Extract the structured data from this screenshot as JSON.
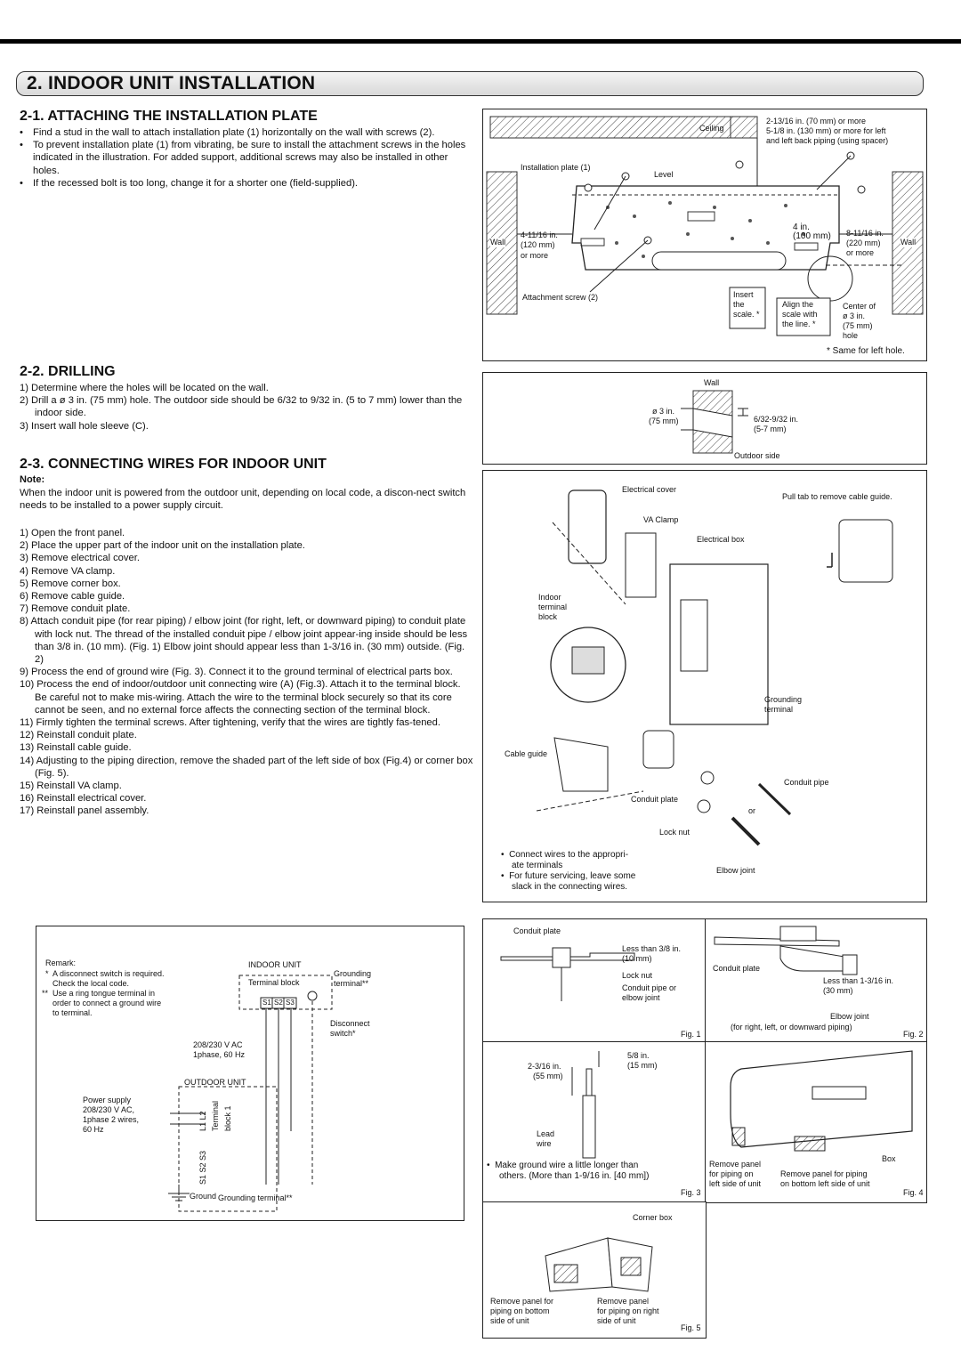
{
  "header": {
    "title": "2. INDOOR UNIT INSTALLATION"
  },
  "section1": {
    "heading": "2-1. ATTACHING THE INSTALLATION PLATE",
    "bullets": [
      "Find a stud in the wall to attach installation plate (1) horizontally on the wall with screws (2).",
      "To prevent installation plate (1) from vibrating, be sure to install the attachment screws in the holes indicated in the illustration. For added support, additional screws may also be installed in other holes.",
      "If the recessed bolt is too long, change it for a shorter one (field-supplied)."
    ],
    "figure": {
      "ceiling": "Ceiling",
      "ceiling_dim": "2-13/16 in. (70 mm) or more",
      "ceiling_dim2": "5-1/8 in. (130 mm) or more for left",
      "ceiling_dim3": "and left back piping (using spacer)",
      "plate": "Installation plate (1)",
      "level": "Level",
      "wall_left": "Wall",
      "wall_right": "Wall",
      "left_dim1": "4-11/16 in.",
      "left_dim2": "(120 mm)",
      "left_dim3": "or more",
      "mid_dim1": "4 in.",
      "mid_dim2": "(100 mm)",
      "right_dim1": "8-11/16 in.",
      "right_dim2": "(220 mm)",
      "right_dim3": "or more",
      "attach_screw": "Attachment screw (2)",
      "insert1": "Insert",
      "insert2": "the",
      "insert3": "scale. *",
      "align1": "Align the",
      "align2": "scale with",
      "align3": "the line. *",
      "center1": "Center of",
      "center2": "ø 3 in.",
      "center3": "(75 mm)",
      "center4": "hole",
      "footnote": "* Same for left hole."
    }
  },
  "section2": {
    "heading": "2-2. DRILLING",
    "steps": [
      "1) Determine where the holes will be located on the wall.",
      "2) Drill a ø 3 in. (75 mm) hole. The outdoor side should be 6/32 to 9/32 in. (5 to 7 mm) lower than the indoor side.",
      "3) Insert wall hole sleeve (C)."
    ],
    "figure": {
      "wall": "Wall",
      "dia1": "ø 3 in.",
      "dia2": "(75 mm)",
      "drop1": "6/32-9/32 in.",
      "drop2": "(5-7 mm)",
      "outdoor": "Outdoor side"
    }
  },
  "section3": {
    "heading": "2-3. CONNECTING WIRES FOR INDOOR UNIT",
    "note_label": "Note:",
    "note_text": "When the indoor unit is powered from the outdoor unit, depending on local code, a discon-nect switch needs to be installed to a power supply circuit.",
    "steps": [
      "1) Open the front panel.",
      "2) Place the upper part of the indoor unit on the installation plate.",
      "3) Remove electrical cover.",
      "4) Remove VA clamp.",
      "5) Remove corner box.",
      "6) Remove cable guide.",
      "7) Remove conduit plate.",
      "8) Attach conduit pipe (for rear piping) / elbow joint (for right, left, or downward piping) to conduit plate with lock nut. The thread of the installed conduit pipe / elbow joint appear-ing inside should be less than 3/8 in. (10 mm). (Fig. 1) Elbow joint should appear less than 1-3/16 in. (30 mm) outside. (Fig. 2)",
      "9) Process the end of ground wire (Fig. 3). Connect it to the ground terminal of electrical parts box.",
      "10) Process the end of indoor/outdoor unit connecting wire (A) (Fig.3). Attach it to the terminal block. Be careful not to make mis-wiring. Attach the wire to the terminal block securely so that its core cannot be seen, and no external force affects the connecting section of the terminal block.",
      "11) Firmly tighten the terminal screws. After tightening, verify that the wires are tightly fas-tened.",
      "12) Reinstall conduit plate.",
      "13) Reinstall cable guide.",
      "14) Adjusting to the piping direction, remove the shaded part of the left side of box (Fig.4) or corner box (Fig. 5).",
      "15) Reinstall VA clamp.",
      "16) Reinstall electrical cover.",
      "17) Reinstall panel assembly."
    ],
    "assembly": {
      "electrical_cover": "Electrical cover",
      "va_clamp": "VA Clamp",
      "electrical_box": "Electrical box",
      "pull_tab": "Pull tab to remove cable guide.",
      "indoor_tb1": "Indoor",
      "indoor_tb2": "terminal",
      "indoor_tb3": "block",
      "grounding1": "Grounding",
      "grounding2": "terminal",
      "cable_guide": "Cable guide",
      "conduit_pipe": "Conduit pipe",
      "conduit_plate": "Conduit plate",
      "or": "or",
      "lock_nut": "Lock nut",
      "elbow_joint": "Elbow joint",
      "bullet1a": "Connect wires to the appropri-",
      "bullet1b": "ate terminals",
      "bullet2a": "For future servicing, leave some",
      "bullet2b": "slack in the connecting wires."
    }
  },
  "wiring": {
    "remark_title": "Remark:",
    "remark1a": "A disconnect switch is required.",
    "remark1b": "Check the local code.",
    "remark2a": "Use a ring tongue terminal in",
    "remark2b": "order to connect a ground wire",
    "remark2c": "to terminal.",
    "star1": "*",
    "star2": "**",
    "indoor_unit": "INDOOR UNIT",
    "terminal_block": "Terminal block",
    "s_labels": [
      "S1",
      "S2",
      "S3"
    ],
    "grounding_t1": "Grounding",
    "grounding_t2": "terminal**",
    "disconnect1": "Disconnect",
    "disconnect2": "switch*",
    "supply1": "208/230 V AC",
    "supply2": "1phase, 60 Hz",
    "outdoor_unit": "OUTDOOR UNIT",
    "power1": "Power supply",
    "power2": "208/230 V AC,",
    "power3": "1phase 2 wires,",
    "power4": "60 Hz",
    "tb_vertical1": "Terminal",
    "tb_vertical2": "block 1",
    "l_labels": "L1 L2",
    "s_vertical": "S1 S2 S3",
    "ground": "Ground",
    "grounding_terminal": "Grounding terminal**"
  },
  "fig1": {
    "conduit_plate": "Conduit plate",
    "less1": "Less than 3/8 in.",
    "less2": "(10 mm)",
    "lock_nut": "Lock nut",
    "pipe1": "Conduit pipe or",
    "pipe2": "elbow joint",
    "caption": "Fig. 1"
  },
  "fig2": {
    "conduit_plate": "Conduit plate",
    "less1": "Less than 1-3/16 in.",
    "less2": "(30 mm)",
    "elbow": "Elbow joint",
    "elbow2": "(for right, left, or downward piping)",
    "caption": "Fig. 2"
  },
  "fig3": {
    "dim1a": "5/8 in.",
    "dim1b": "(15 mm)",
    "dim2a": "2-3/16 in.",
    "dim2b": "(55 mm)",
    "lead1": "Lead",
    "lead2": "wire",
    "note1": "Make ground wire a little longer than",
    "note2": "others. (More than 1-9/16 in. [40 mm])",
    "caption": "Fig. 3"
  },
  "fig4": {
    "box": "Box",
    "rp1": "Remove panel",
    "rp2": "for piping on",
    "rp3": "left side of unit",
    "rb1": "Remove panel for piping",
    "rb2": "on bottom left side of unit",
    "caption": "Fig. 4"
  },
  "fig5": {
    "corner_box": "Corner box",
    "l1": "Remove panel for",
    "l2": "piping on bottom",
    "l3": "side of unit",
    "r1": "Remove panel",
    "r2": "for piping on right",
    "r3": "side of unit",
    "caption": "Fig. 5"
  }
}
